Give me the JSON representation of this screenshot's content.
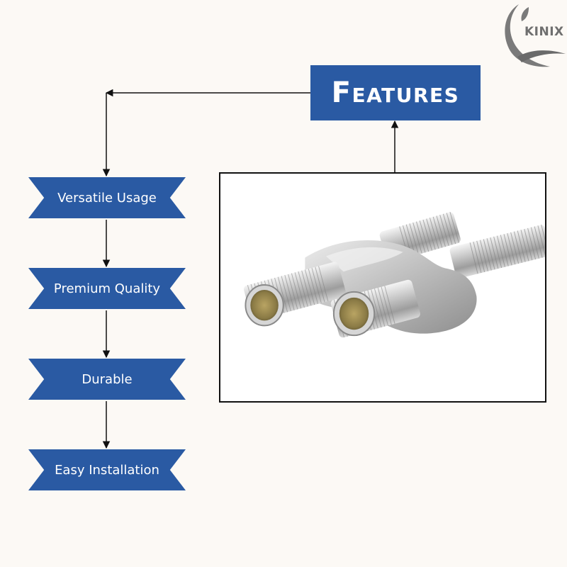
{
  "logo": {
    "brand_text": "KINIX",
    "icon": "leaf-swoosh-logo-icon"
  },
  "features": {
    "title": "Features"
  },
  "feature_items": [
    {
      "label": "Versatile Usage"
    },
    {
      "label": "Premium Quality"
    },
    {
      "label": "Durable"
    },
    {
      "label": "Easy Installation"
    }
  ],
  "product_photo": {
    "icon": "y-shaped-threaded-pipe-fitting-icon"
  },
  "colors": {
    "accent_blue": "#2a5aa3",
    "background": "#fcf9f5",
    "connector": "#111111",
    "text_on_accent": "#ffffff"
  }
}
